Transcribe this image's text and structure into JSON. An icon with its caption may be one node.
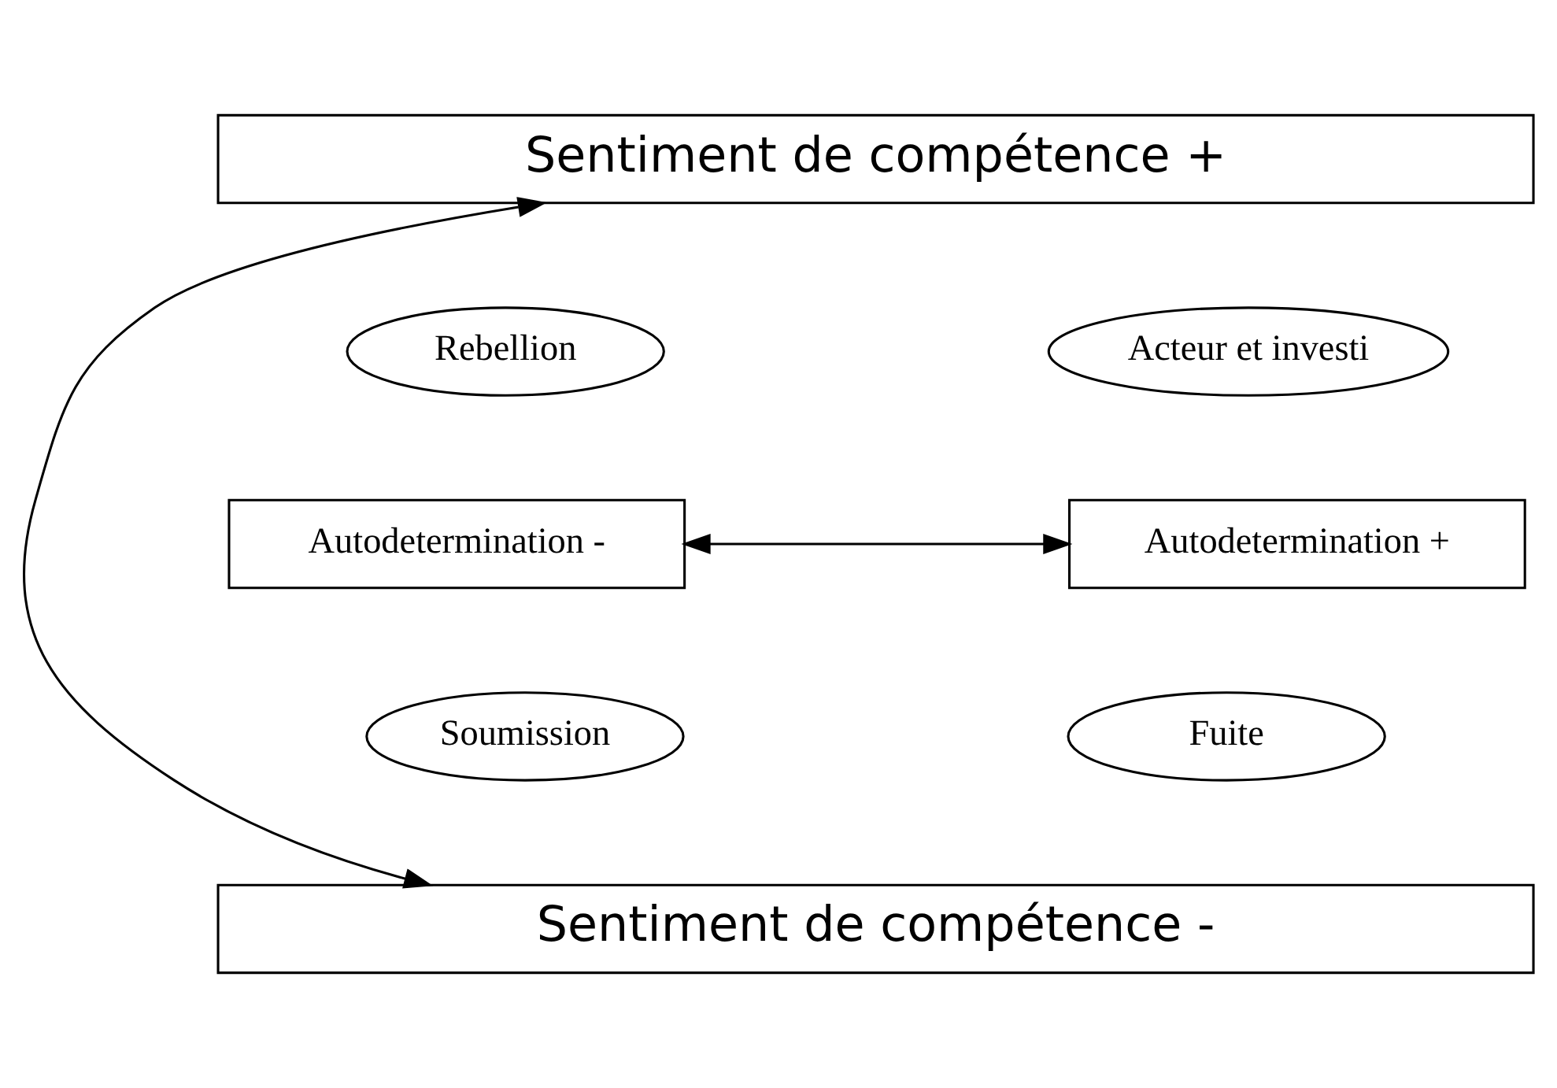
{
  "diagram": {
    "nodes": [
      {
        "text": [
          "Sentiment de compétence +"
        ]
      },
      {
        "text": [
          "Rebellion"
        ]
      },
      {
        "text": [
          "Acteur et investi"
        ]
      },
      {
        "text": [
          "Autodetermination -"
        ]
      },
      {
        "text": [
          "Autodetermination +"
        ]
      },
      {
        "text": [
          "Soumission"
        ]
      },
      {
        "text": [
          "Fuite"
        ]
      },
      {
        "text": [
          "Sentiment de compétence -"
        ]
      }
    ],
    "edges": [
      {
        "from": 3,
        "to": 4,
        "arrow": "both"
      },
      {
        "from": 0,
        "to": 7,
        "arrow": "both"
      }
    ]
  }
}
